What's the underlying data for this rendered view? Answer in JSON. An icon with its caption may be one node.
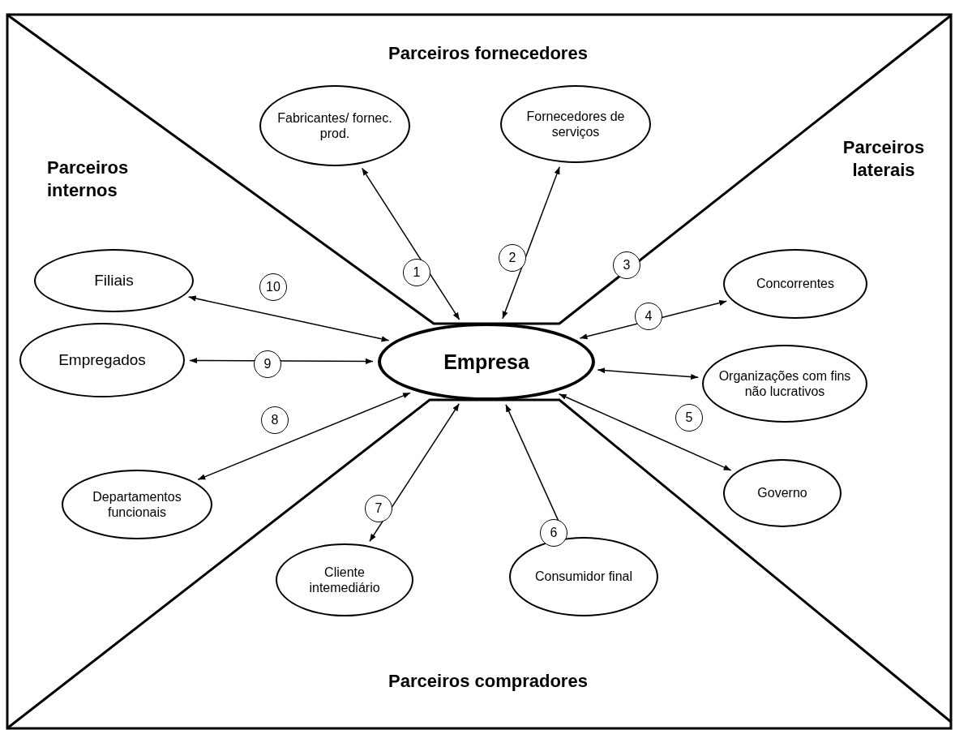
{
  "diagram": {
    "nodes": [
      {
        "text": [
          "Empresa"
        ]
      },
      {
        "text": [
          "Fabricantes/ fornec. prod."
        ]
      },
      {
        "text": [
          "Fornecedores de serviços"
        ]
      },
      {
        "text": [
          "Concorrentes"
        ]
      },
      {
        "text": [
          "Organizações com fins não lucrativos"
        ]
      },
      {
        "text": [
          "Governo"
        ]
      },
      {
        "text": [
          "Consumidor final"
        ]
      },
      {
        "text": [
          "Cliente intemediário"
        ]
      },
      {
        "text": [
          "Departamentos funcionais"
        ]
      },
      {
        "text": [
          "Empregados"
        ]
      },
      {
        "text": [
          "Filiais"
        ]
      }
    ],
    "edges": [
      {
        "from": 0,
        "to": 1,
        "arrow": "both"
      },
      {
        "from": 0,
        "to": 2,
        "arrow": "both"
      },
      {
        "from": 0,
        "to": 3,
        "arrow": "both"
      },
      {
        "from": 0,
        "to": 4,
        "arrow": "both"
      },
      {
        "from": 0,
        "to": 5,
        "arrow": "both"
      },
      {
        "from": 0,
        "to": 6,
        "arrow": "both"
      },
      {
        "from": 0,
        "to": 7,
        "arrow": "both"
      },
      {
        "from": 0,
        "to": 8,
        "arrow": "both"
      },
      {
        "from": 0,
        "to": 9,
        "arrow": "both"
      },
      {
        "from": 0,
        "to": 10,
        "arrow": "both"
      }
    ],
    "labels": [
      "Parceiros fornecedores",
      "Parceiros internos",
      "Parceiros laterais",
      "2",
      "1",
      "3",
      "10",
      "4",
      "9",
      "5",
      "8",
      "7",
      "6",
      "Parceiros compradores"
    ]
  }
}
